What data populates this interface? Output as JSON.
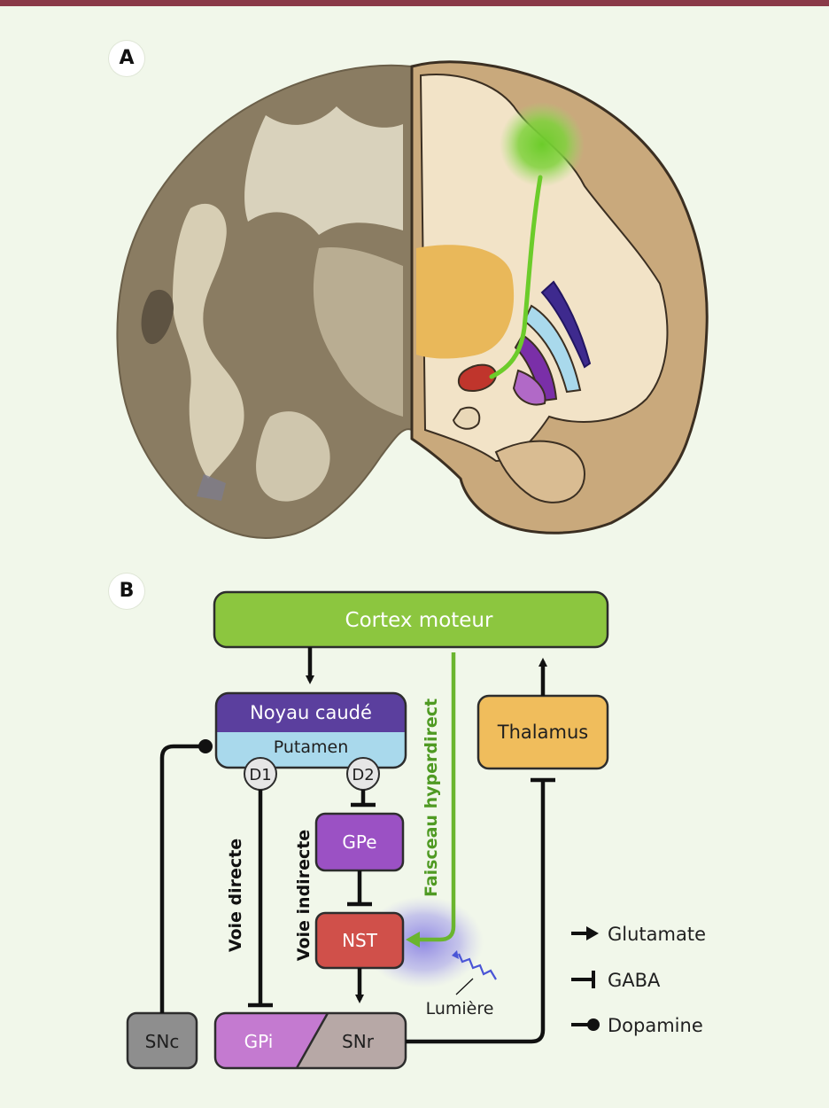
{
  "panels": {
    "a": "A",
    "b": "B"
  },
  "nodes": {
    "cortex": "Cortex moteur",
    "caudate": "Noyau caudé",
    "putamen": "Putamen",
    "d1": "D1",
    "d2": "D2",
    "thalamus": "Thalamus",
    "gpe": "GPe",
    "nst": "NST",
    "gpi": "GPi",
    "snr": "SNr",
    "snc": "SNc"
  },
  "pathways": {
    "direct": "Voie directe",
    "indirect": "Voie indirecte",
    "hyperdirect": "Faisceau hyperdirect",
    "light": "Lumière"
  },
  "legend": {
    "glutamate": "Glutamate",
    "gaba": "GABA",
    "dopamine": "Dopamine"
  },
  "colors": {
    "cortex": "#8cc63f",
    "caudate": "#5b3f9e",
    "putamen": "#a9d9ec",
    "thalamus": "#f0bd5c",
    "gpe": "#9b51c4",
    "nst": "#d0504a",
    "gpi": "#c47ad0",
    "snr": "#b7a8a6",
    "snc": "#8e8e8e",
    "hyperdirect": "#6ab52e"
  }
}
